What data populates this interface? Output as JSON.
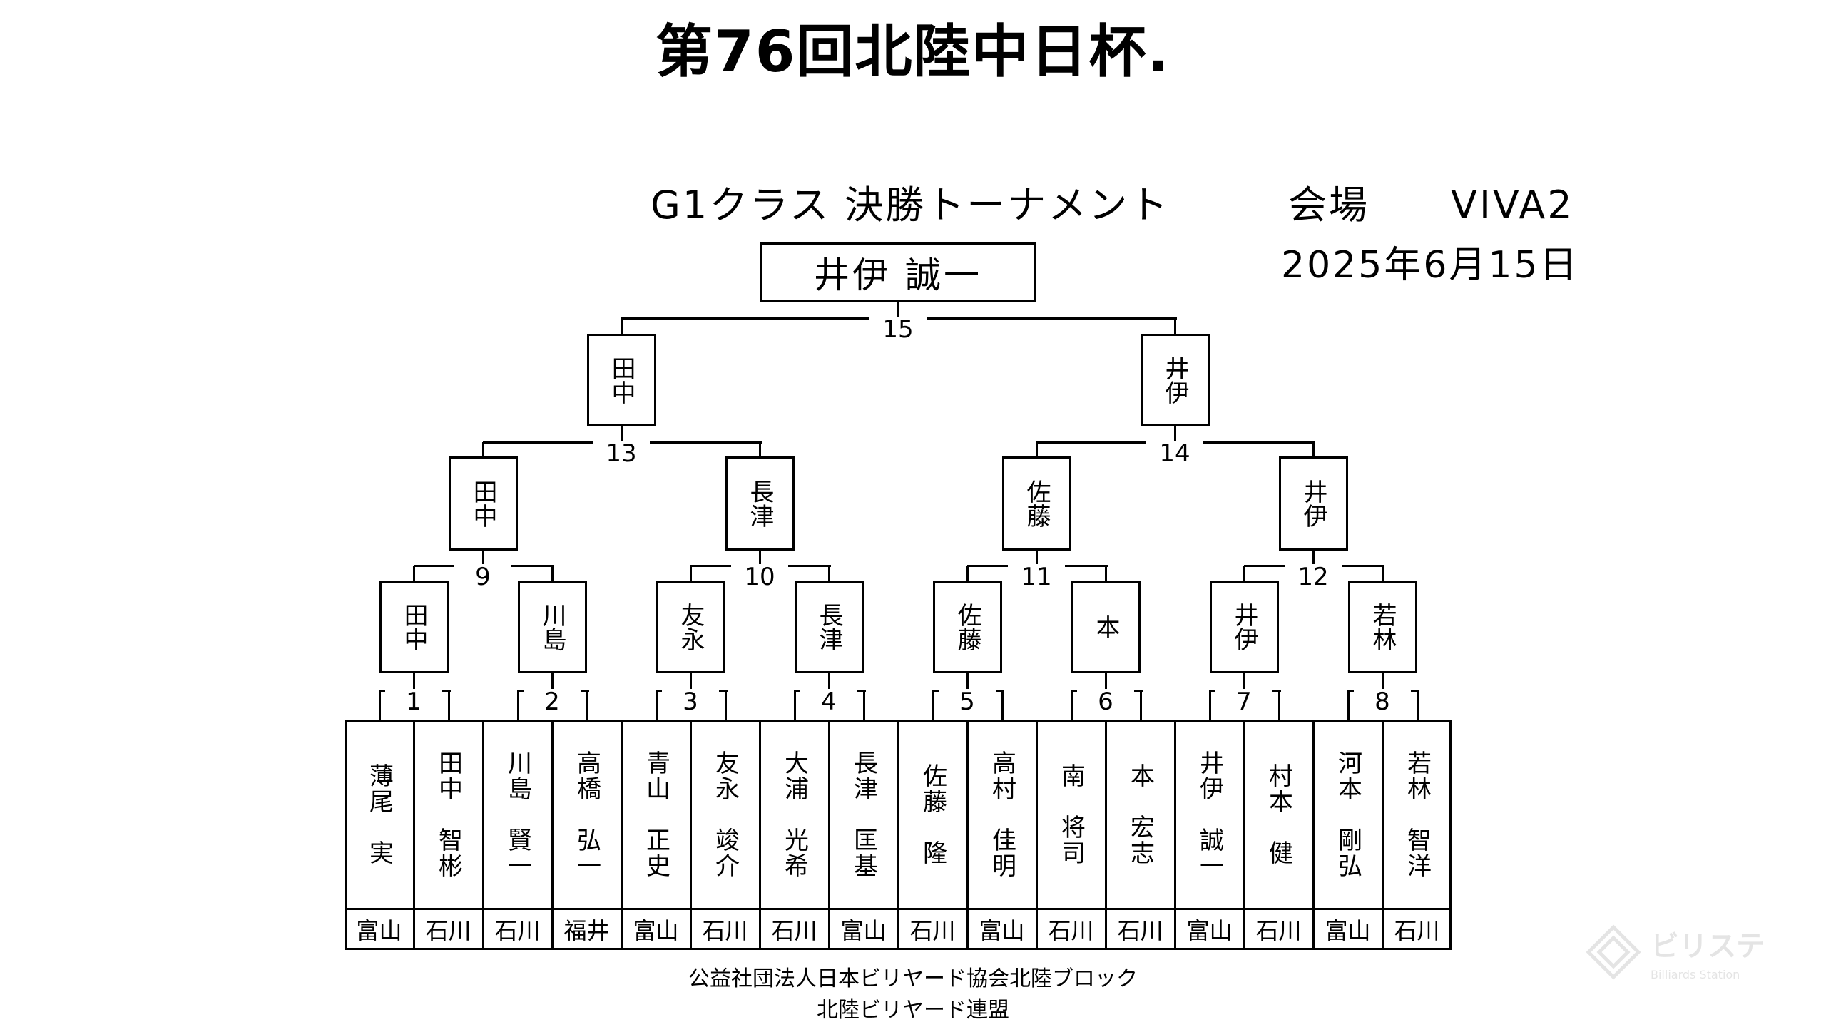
{
  "title": "第76回北陸中日杯.",
  "heading": {
    "class_title": "G1クラス 決勝トーナメント",
    "venue_label": "会場",
    "venue_name": "VIVA2",
    "date": "2025年6月15日"
  },
  "champion": "井伊 誠一",
  "match_winners": {
    "m1": "田中",
    "m2": "川島",
    "m3": "友永",
    "m4": "長津",
    "m5": "佐藤",
    "m6": "本",
    "m7": "井伊",
    "m8": "若林",
    "m9": "田中",
    "m10": "長津",
    "m11": "佐藤",
    "m12": "井伊",
    "m13": "田中",
    "m14": "井伊"
  },
  "match_numbers": {
    "m1": "1",
    "m2": "2",
    "m3": "3",
    "m4": "4",
    "m5": "5",
    "m6": "6",
    "m7": "7",
    "m8": "8",
    "m9": "9",
    "m10": "10",
    "m11": "11",
    "m12": "12",
    "m13": "13",
    "m14": "14",
    "m15": "15"
  },
  "players": [
    {
      "name": "薄尾　実",
      "prefecture": "富山"
    },
    {
      "name": "田中　智彬",
      "prefecture": "石川"
    },
    {
      "name": "川島　賢一",
      "prefecture": "石川"
    },
    {
      "name": "高橋　弘一",
      "prefecture": "福井"
    },
    {
      "name": "青山　正史",
      "prefecture": "富山"
    },
    {
      "name": "友永　竣介",
      "prefecture": "石川"
    },
    {
      "name": "大浦　光希",
      "prefecture": "石川"
    },
    {
      "name": "長津　匡基",
      "prefecture": "富山"
    },
    {
      "name": "佐藤　隆",
      "prefecture": "石川"
    },
    {
      "name": "高村　佳明",
      "prefecture": "富山"
    },
    {
      "name": "南　将司",
      "prefecture": "石川"
    },
    {
      "name": "本　宏志",
      "prefecture": "石川"
    },
    {
      "name": "井伊　誠一",
      "prefecture": "富山"
    },
    {
      "name": "村本　健",
      "prefecture": "石川"
    },
    {
      "name": "河本　剛弘",
      "prefecture": "富山"
    },
    {
      "name": "若林　智洋",
      "prefecture": "石川"
    }
  ],
  "footer": {
    "line1": "公益社団法人日本ビリヤード協会北陸ブロック",
    "line2": "北陸ビリヤード連盟"
  },
  "logo": {
    "text": "ビリステ",
    "subtext": "Billiards Station"
  }
}
